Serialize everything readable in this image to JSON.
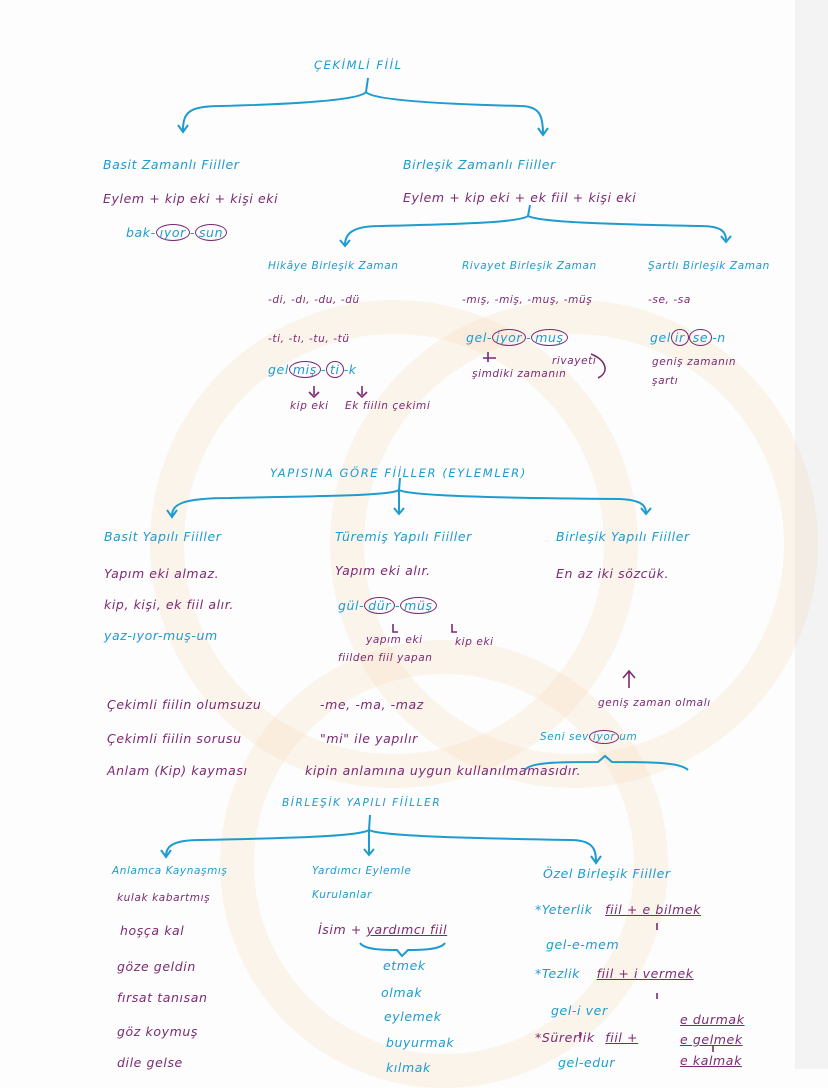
{
  "colors": {
    "blue": "#1e9bcf",
    "purple": "#7b2a72",
    "background": "#fdfdfd"
  },
  "section1": {
    "title": "ÇEKİMLİ FİİL",
    "left": {
      "heading": "Basit Zamanlı Fiiller",
      "formula": "Eylem + kip eki + kişi eki",
      "example": {
        "root": "bak-",
        "s1": "ıyor",
        "sep": "-",
        "s2": "sun"
      }
    },
    "right": {
      "heading": "Birleşik Zamanlı Fiiller",
      "formula": "Eylem + kip eki + ek fiil + kişi eki",
      "columns": [
        {
          "heading": "Hikâye Birleşik Zaman",
          "line1": "-di, -dı, -du, -dü",
          "line2": "-ti, -tı, -tu, -tü",
          "example": {
            "root": "gel",
            "s1": "miş",
            "sep": "-",
            "s2": "ti",
            "end": "-k"
          },
          "note1": "kip eki",
          "note2": "Ek fiilin çekimi"
        },
        {
          "heading": "Rivayet Birleşik Zaman",
          "line1": "-mış, -miş, -muş, -müş",
          "example": {
            "root": "gel-",
            "s1": "iyor",
            "sep": "-",
            "s2": "muş"
          },
          "note1": "şimdiki zamanın",
          "note2": "rivayeti"
        },
        {
          "heading": "Şartlı Birleşik Zaman",
          "line1": "-se, -sa",
          "example": {
            "root": "gel",
            "s1": "ir",
            "s2": "se",
            "end": "-n"
          },
          "note1": "geniş zamanın",
          "note2": "şartı"
        }
      ]
    }
  },
  "section2": {
    "title": "YAPISINA GÖRE FİİLLER (EYLEMLER)",
    "columns": [
      {
        "heading": "Basit Yapılı Fiiller",
        "lines": [
          "Yapım eki almaz.",
          "kip, kişi, ek fiil alır.",
          "yaz-ıyor-muş-um"
        ]
      },
      {
        "heading": "Türemiş Yapılı Fiiller",
        "lines": [
          "Yapım eki alır."
        ],
        "example": {
          "root": "gül-",
          "s1": "dür",
          "sep": "-",
          "s2": "müş"
        },
        "note1": "yapım eki",
        "note2": "kip eki",
        "note3": "fiilden fiil yapan"
      },
      {
        "heading": "Birleşik Yapılı Fiiller",
        "lines": [
          "En az iki sözcük."
        ]
      }
    ],
    "notes": [
      {
        "label": "Çekimli fiilin olumsuzu",
        "value": "-me, -ma, -maz"
      },
      {
        "label": "Çekimli fiilin sorusu",
        "value": "\"mi\" ile yapılır"
      },
      {
        "label": "Anlam (Kip) kayması",
        "value": "kipin anlamına uygun kullanılmamasıdır."
      }
    ],
    "example": {
      "pre": "Seni sev",
      "circled": "iyor",
      "post": "um",
      "note": "geniş zaman olmalı"
    }
  },
  "section3": {
    "title": "BİRLEŞİK YAPILI FİİLLER",
    "col1": {
      "heading": "Anlamca Kaynaşmış",
      "items": [
        "kulak kabartmış",
        "hoşça kal",
        "göze geldin",
        "fırsat tanısan",
        "göz koymuş",
        "dile gelse"
      ]
    },
    "col2": {
      "heading1": "Yardımcı Eylemle",
      "heading2": "Kurulanlar",
      "formula_a": "İsim + ",
      "formula_b": "yardımcı fiil",
      "items": [
        "etmek",
        "olmak",
        "eylemek",
        "buyurmak",
        "kılmak"
      ]
    },
    "col3": {
      "heading": "Özel Birleşik Fiiller",
      "rows": [
        {
          "star": "*",
          "label": "Yeterlik",
          "formula": "fiil + e bilmek",
          "example": "gel-e-mem"
        },
        {
          "star": "*",
          "label": "Tezlik",
          "formula": "fiil + i vermek",
          "example": "gel-i ver"
        },
        {
          "star": "*",
          "label": "Sürerlik",
          "formula": "fiil +",
          "options": [
            "e durmak",
            "e gelmek",
            "e kalmak"
          ],
          "example": "gel-edur"
        }
      ]
    }
  }
}
